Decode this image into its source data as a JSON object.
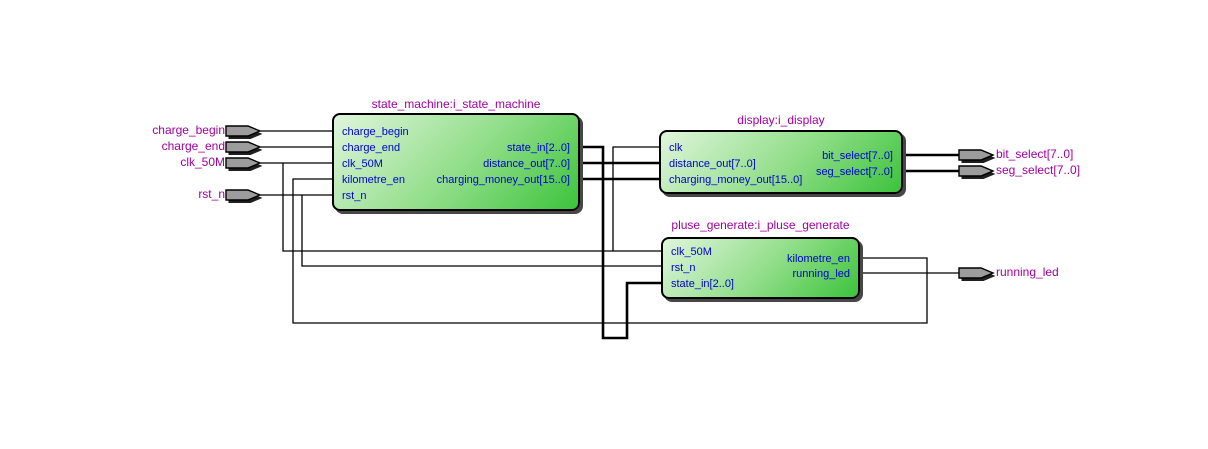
{
  "diagram": {
    "blocks": [
      {
        "id": "state_machine",
        "title": "state_machine:i_state_machine",
        "inputs": [
          "charge_begin",
          "charge_end",
          "clk_50M",
          "kilometre_en",
          "rst_n"
        ],
        "outputs": [
          "state_in[2..0]",
          "distance_out[7..0]",
          "charging_money_out[15..0]"
        ]
      },
      {
        "id": "display",
        "title": "display:i_display",
        "inputs": [
          "clk",
          "distance_out[7..0]",
          "charging_money_out[15..0]"
        ],
        "outputs": [
          "bit_select[7..0]",
          "seg_select[7..0]"
        ]
      },
      {
        "id": "pluse_generate",
        "title": "pluse_generate:i_pluse_generate",
        "inputs": [
          "clk_50M",
          "rst_n",
          "state_in[2..0]"
        ],
        "outputs": [
          "kilometre_en",
          "running_led"
        ]
      }
    ],
    "input_pins": [
      "charge_begin",
      "charge_end",
      "clk_50M",
      "rst_n"
    ],
    "output_pins": [
      "bit_select[7..0]",
      "seg_select[7..0]",
      "running_led"
    ],
    "colors": {
      "background": "#ffffff",
      "wire": "#000000",
      "block_border": "#000000",
      "block_fill_light": "#e0f5dc",
      "block_fill_dark": "#3cc33c",
      "block_shadow": "#474747",
      "port_text": "#0000d2",
      "label_text": "#a000a0",
      "pin_fill": "#9c9c9c",
      "pin_shadow": "#1f1f1f"
    }
  }
}
